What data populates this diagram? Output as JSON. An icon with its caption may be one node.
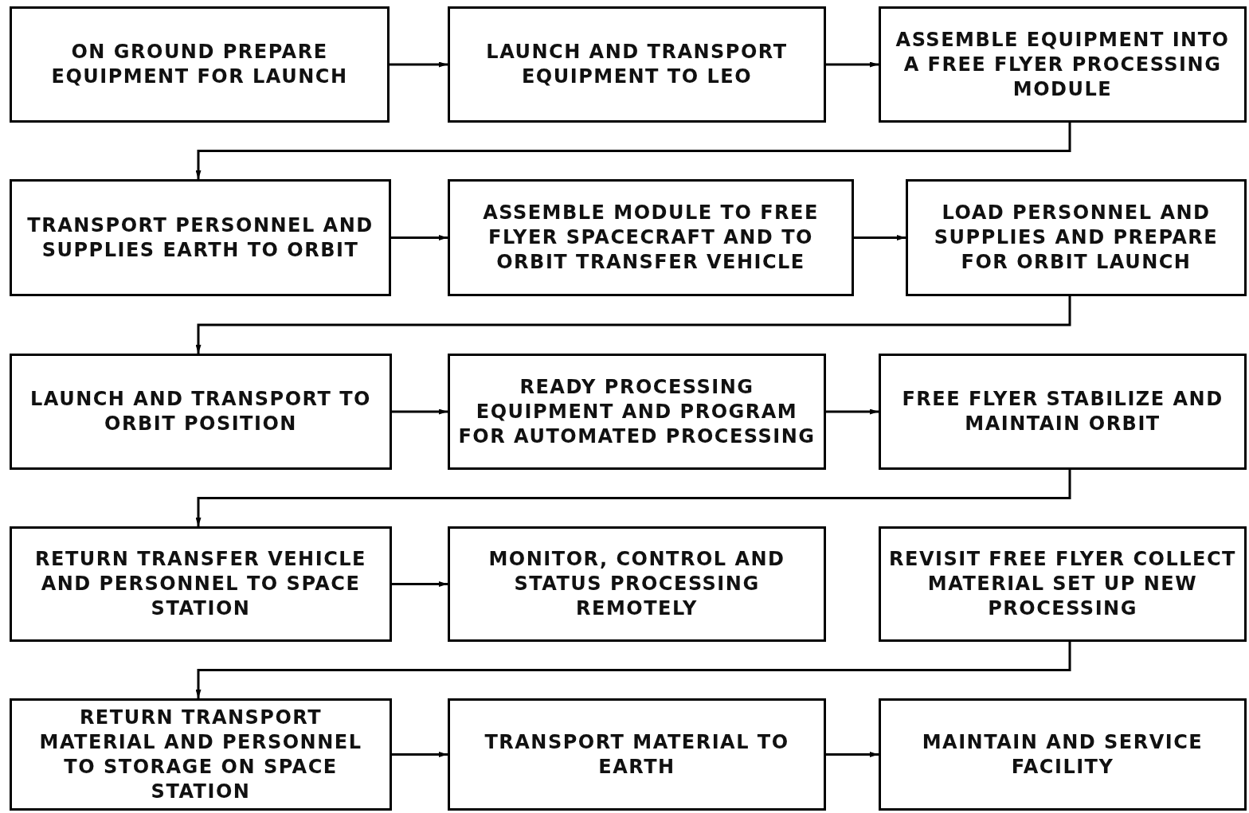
{
  "diagram": {
    "nodes": [
      {
        "text": [
          "ON GROUND PREPARE EQUIPMENT FOR LAUNCH"
        ]
      },
      {
        "text": [
          "LAUNCH AND TRANSPORT EQUIPMENT TO LEO"
        ]
      },
      {
        "text": [
          "ASSEMBLE EQUIPMENT INTO A FREE FLYER PROCESSING MODULE"
        ]
      },
      {
        "text": [
          "TRANSPORT PERSONNEL AND SUPPLIES EARTH TO ORBIT"
        ]
      },
      {
        "text": [
          "ASSEMBLE MODULE TO FREE FLYER SPACECRAFT AND TO ORBIT TRANSFER VEHICLE"
        ]
      },
      {
        "text": [
          "LOAD PERSONNEL AND SUPPLIES AND PREPARE FOR ORBIT LAUNCH"
        ]
      },
      {
        "text": [
          "LAUNCH AND TRANSPORT TO ORBIT POSITION"
        ]
      },
      {
        "text": [
          "READY PROCESSING EQUIPMENT AND PROGRAM FOR AUTOMATED PROCESSING"
        ]
      },
      {
        "text": [
          "FREE FLYER STABILIZE AND MAINTAIN ORBIT"
        ]
      },
      {
        "text": [
          "RETURN TRANSFER VEHICLE AND PERSONNEL TO SPACE STATION"
        ]
      },
      {
        "text": [
          "MONITOR, CONTROL AND STATUS PROCESSING REMOTELY"
        ]
      },
      {
        "text": [
          "REVISIT FREE FLYER COLLECT MATERIAL SET UP NEW PROCESSING"
        ]
      },
      {
        "text": [
          "RETURN TRANSPORT MATERIAL AND PERSONNEL TO STORAGE ON SPACE STATION"
        ]
      },
      {
        "text": [
          "TRANSPORT MATERIAL TO EARTH"
        ]
      },
      {
        "text": [
          "MAINTAIN AND SERVICE FACILITY"
        ]
      }
    ],
    "edges": [
      {
        "from": 0,
        "to": 1,
        "arrow": "to"
      },
      {
        "from": 1,
        "to": 2,
        "arrow": "to"
      },
      {
        "from": 2,
        "to": 3,
        "arrow": "to"
      },
      {
        "from": 3,
        "to": 4,
        "arrow": "to"
      },
      {
        "from": 4,
        "to": 5,
        "arrow": "to"
      },
      {
        "from": 5,
        "to": 6,
        "arrow": "to"
      },
      {
        "from": 6,
        "to": 7,
        "arrow": "to"
      },
      {
        "from": 7,
        "to": 8,
        "arrow": "to"
      },
      {
        "from": 8,
        "to": 9,
        "arrow": "to"
      },
      {
        "from": 9,
        "to": 10,
        "arrow": "to"
      },
      {
        "from": 11,
        "to": 12,
        "arrow": "to"
      },
      {
        "from": 12,
        "to": 13,
        "arrow": "to"
      },
      {
        "from": 13,
        "to": 14,
        "arrow": "to"
      }
    ]
  }
}
